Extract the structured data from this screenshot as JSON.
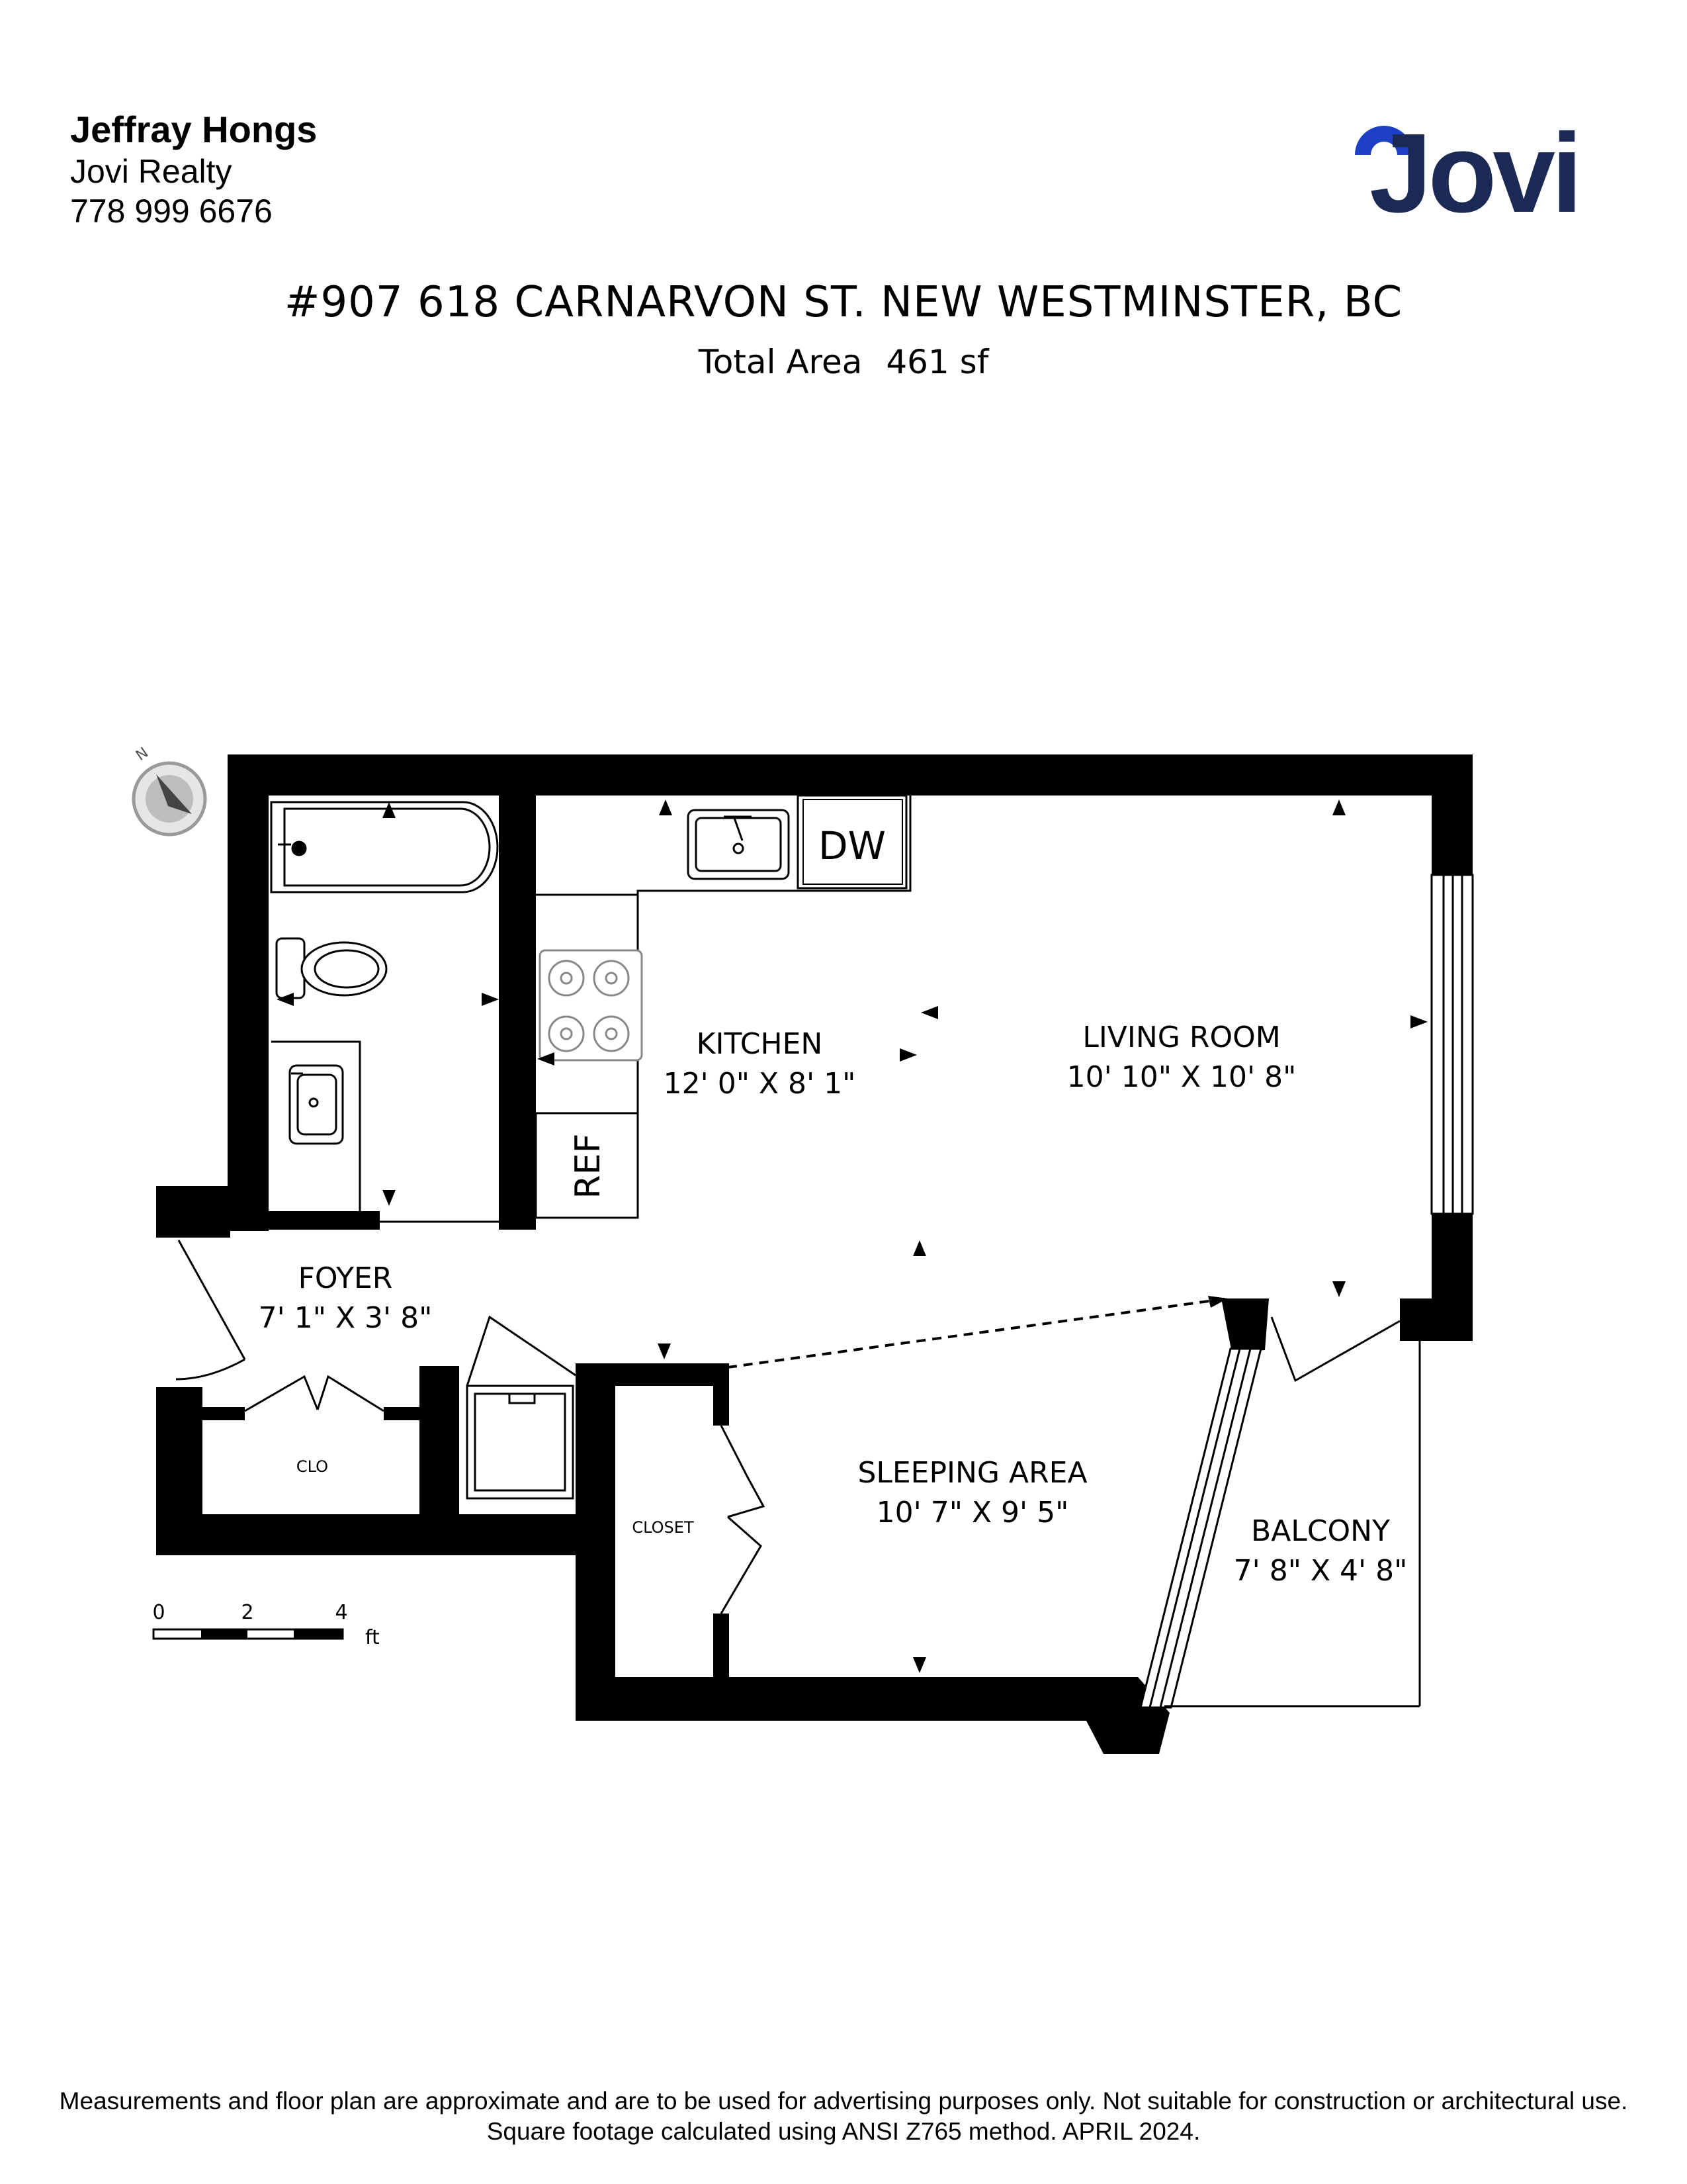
{
  "agent": {
    "name": "Jeffray Hongs",
    "company": "Jovi Realty",
    "phone": "778 999 6676"
  },
  "brand": {
    "logo_text": "Jovi",
    "logo_color": "#1b2a55",
    "logo_accent": "#1d3fc4"
  },
  "listing": {
    "address": "#907 618 CARNARVON ST. NEW WESTMINSTER, BC",
    "area_label": "Total Area",
    "area_value": "461 sf"
  },
  "compass": {
    "label": "N"
  },
  "rooms": {
    "kitchen": {
      "name": "KITCHEN",
      "dims": "12' 0\" X 8' 1\""
    },
    "living_room": {
      "name": "LIVING ROOM",
      "dims": "10' 10\" X 10' 8\""
    },
    "foyer": {
      "name": "FOYER",
      "dims": "7' 1\" X 3' 8\""
    },
    "sleeping_area": {
      "name": "SLEEPING AREA",
      "dims": "10' 7\" X 9' 5\""
    },
    "balcony": {
      "name": "BALCONY",
      "dims": "7' 8\" X 4' 8\""
    }
  },
  "fixtures": {
    "dishwasher": "DW",
    "refrigerator": "REF",
    "closet": "CLOSET",
    "clo": "CLO"
  },
  "scale": {
    "ticks": [
      "0",
      "2",
      "4"
    ],
    "unit": "ft"
  },
  "disclaimer": {
    "line1": "Measurements and floor plan are approximate and are to be used for advertising purposes only. Not suitable for construction or architectural use.",
    "line2": "Square footage calculated using ANSI Z765 method. APRIL 2024."
  }
}
